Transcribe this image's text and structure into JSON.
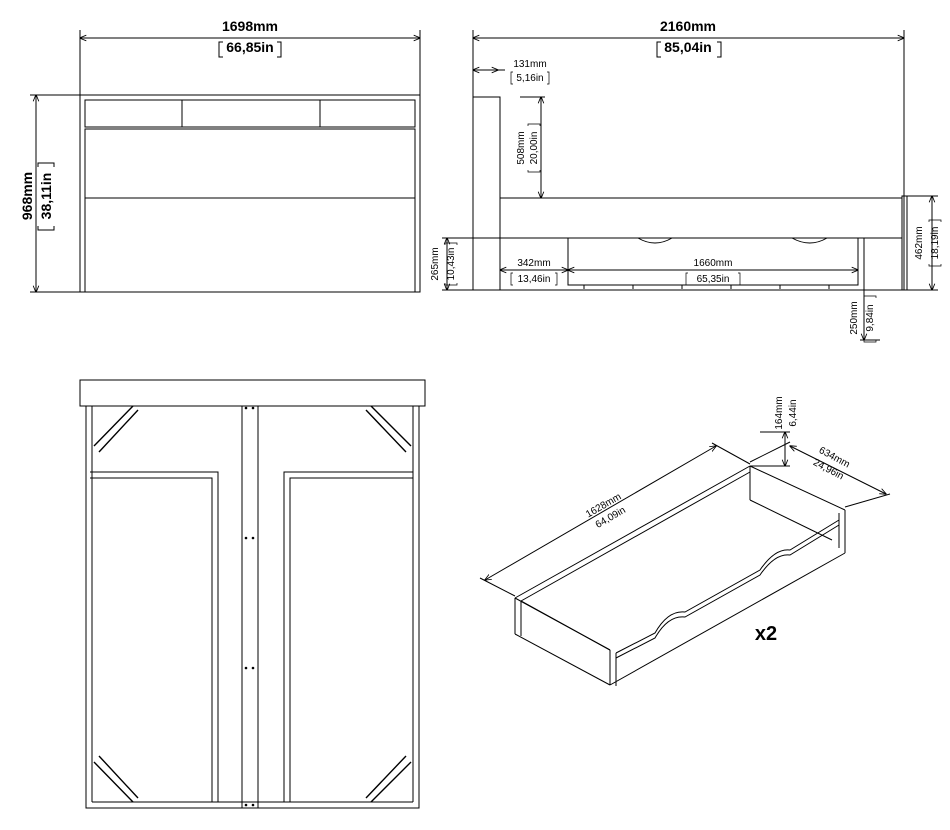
{
  "headboard_front": {
    "width_mm": "1698mm",
    "width_in": "66,85in",
    "height_mm": "968mm",
    "height_in": "38,11in"
  },
  "side_view": {
    "length_mm": "2160mm",
    "length_in": "85,04in",
    "headboard_depth_mm": "131mm",
    "headboard_depth_in": "5,16in",
    "headboard_above_mm": "508mm",
    "headboard_above_in": "20,00in",
    "frame_height_mm": "265mm",
    "frame_height_in": "10,43in",
    "offset_mm": "342mm",
    "offset_in": "13,46in",
    "drawer_length_mm": "1660mm",
    "drawer_length_in": "65,35in",
    "footboard_height_mm": "462mm",
    "footboard_height_in": "18,19in",
    "drawer_height_mm": "250mm",
    "drawer_height_in": "9,84in"
  },
  "drawer": {
    "height_mm": "164mm",
    "height_in": "6,44in",
    "depth_mm": "634mm",
    "depth_in": "24,96in",
    "length_mm": "1628mm",
    "length_in": "64,09in",
    "quantity": "x2"
  }
}
